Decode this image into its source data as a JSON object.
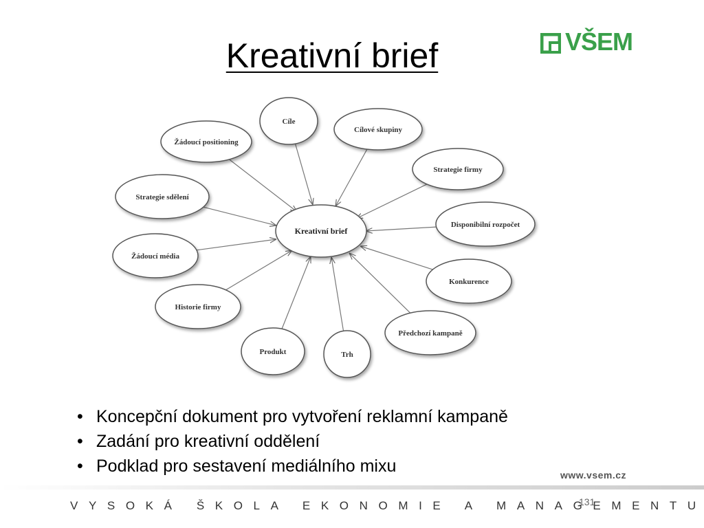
{
  "slide": {
    "title": "Kreativní brief",
    "logo_text": "VŠEM",
    "brand_color": "#3aa04a",
    "website": "www.vsem.cz",
    "footer_text": "VYSOKÁ ŠKOLA EKONOMIE A MANAGEMENTU",
    "page_number": "131"
  },
  "diagram": {
    "center": "Kreativní brief",
    "nodes": [
      "Cíle",
      "Cílové skupiny",
      "Strategie firmy",
      "Disponibilní rozpočet",
      "Konkurence",
      "Předchozí kampaně",
      "Trh",
      "Produkt",
      "Historie firmy",
      "Žádoucí média",
      "Strategie sdělení",
      "Žádoucí positioning"
    ]
  },
  "bullets": [
    "Koncepční dokument pro vytvoření reklamní kampaně",
    "Zadání pro kreativní oddělení",
    "Podklad pro sestavení mediálního mixu"
  ]
}
